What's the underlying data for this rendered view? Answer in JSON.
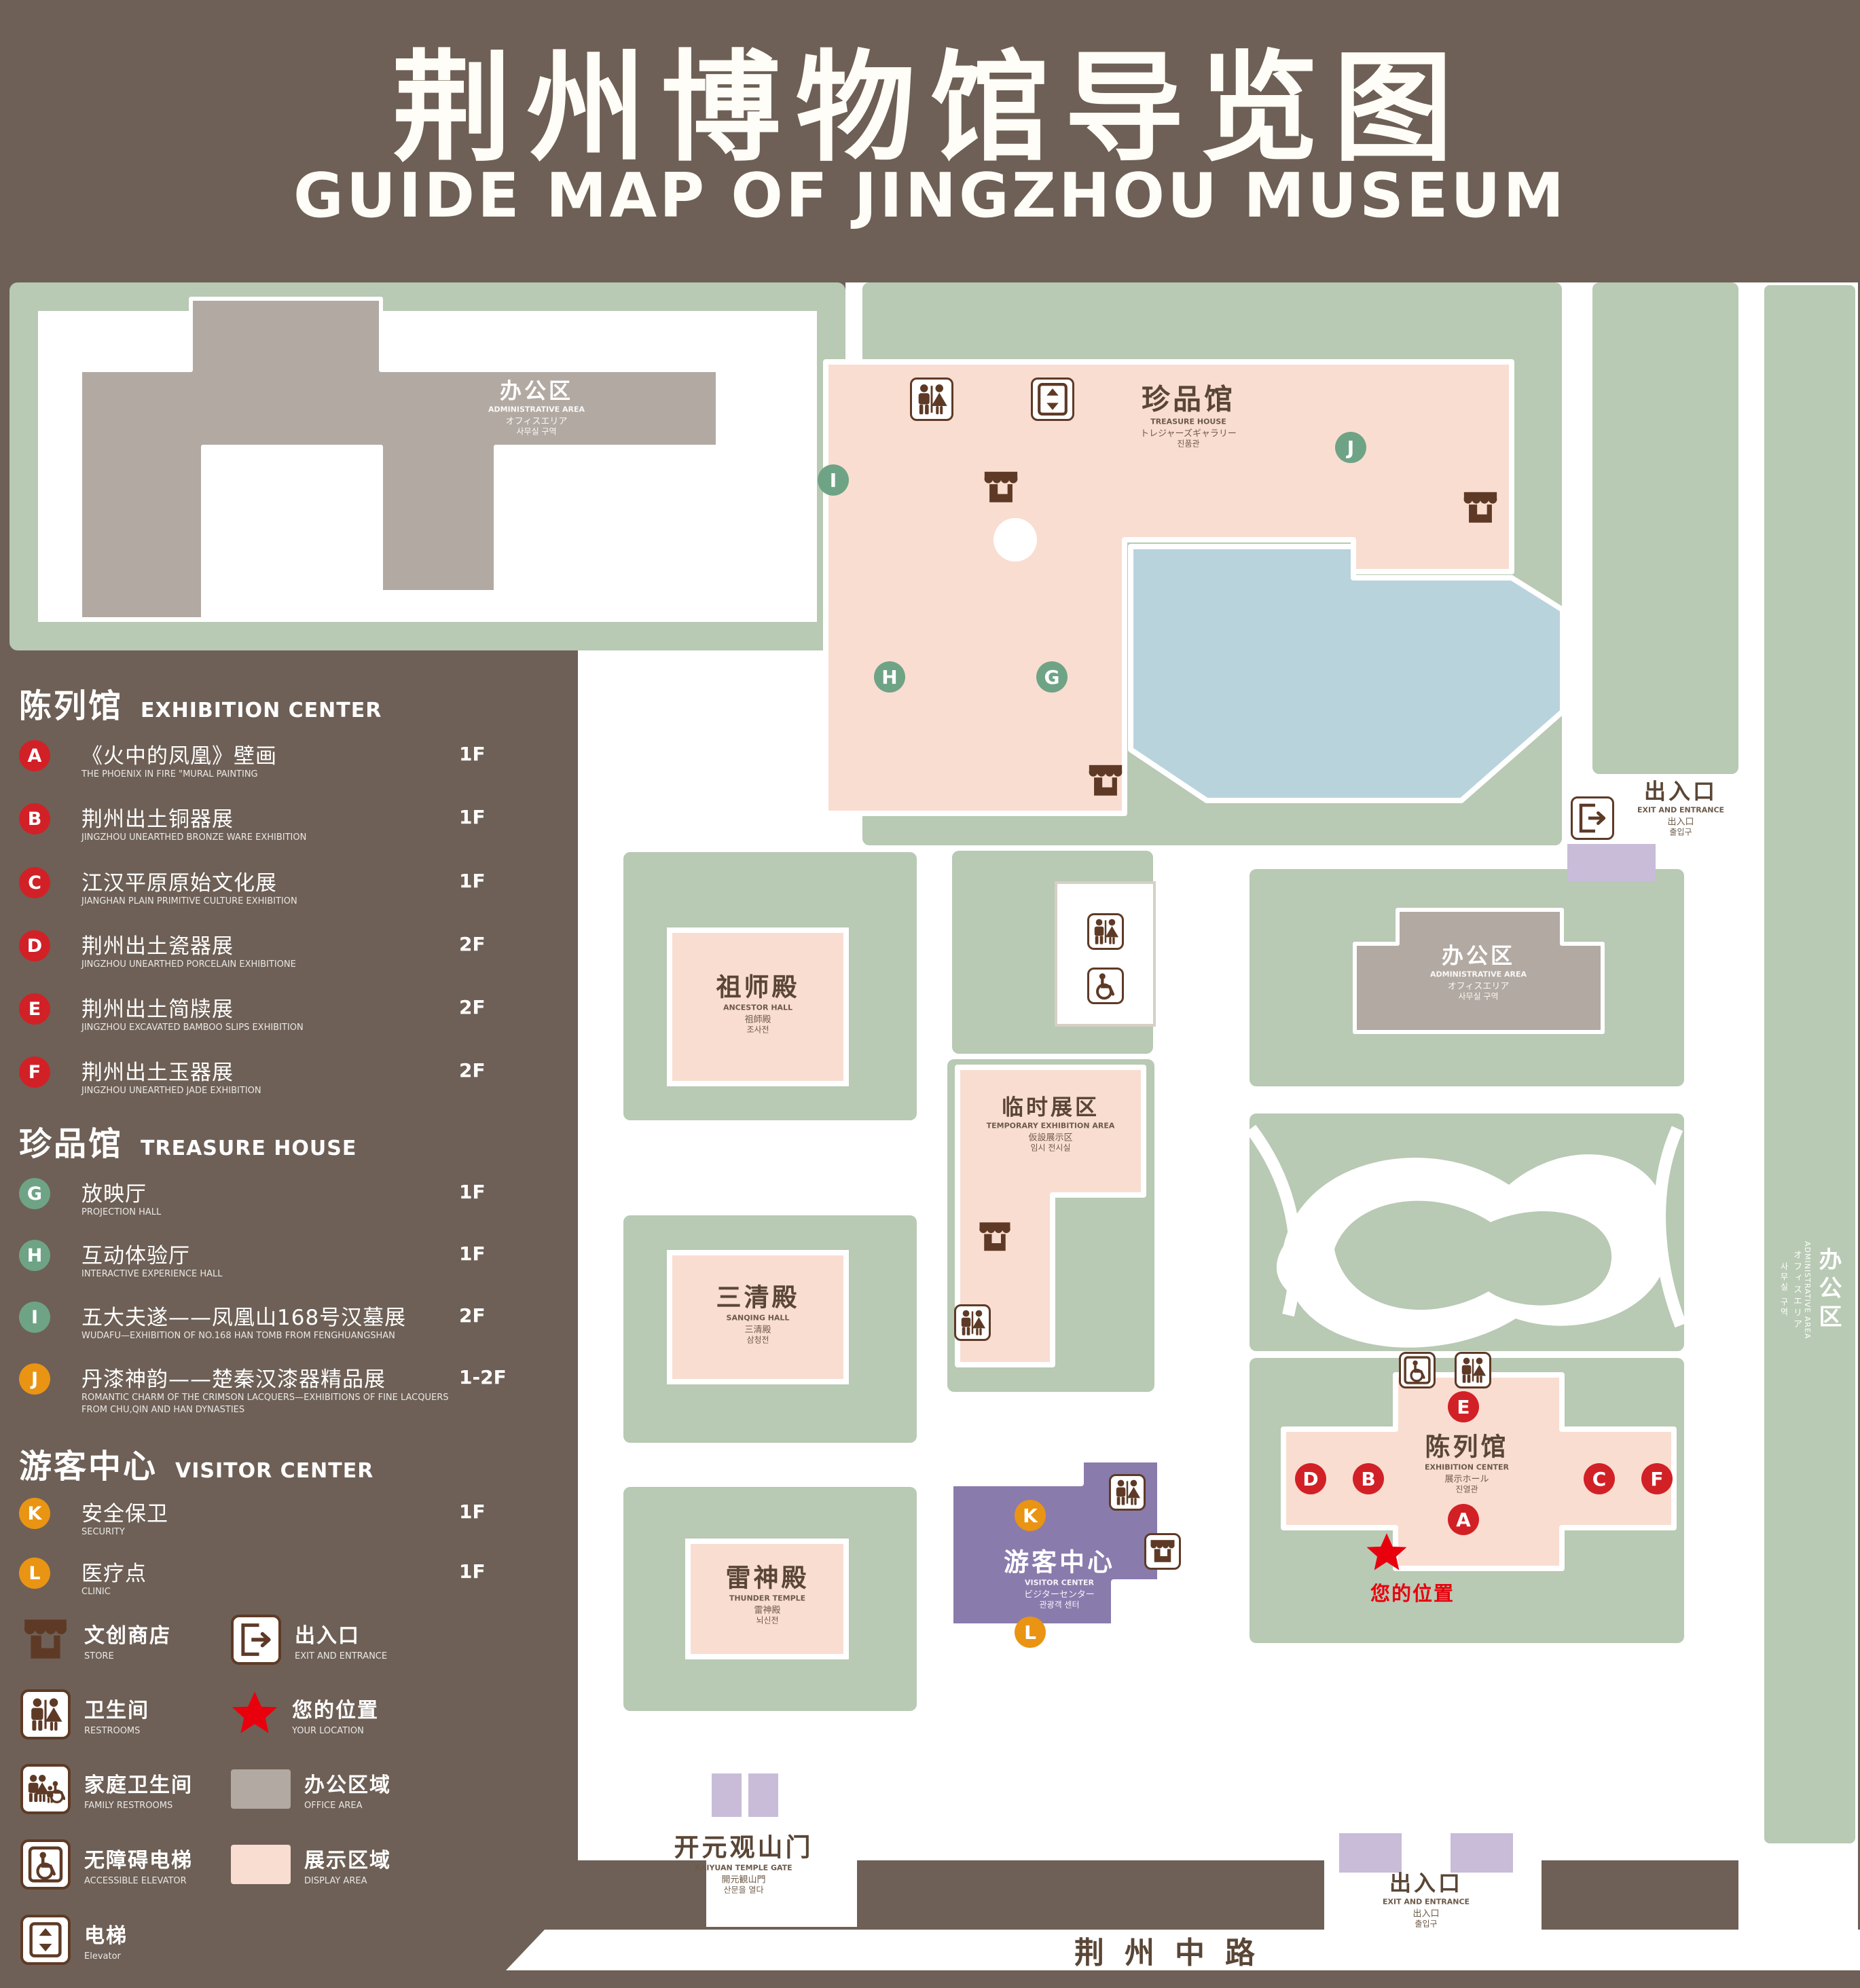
{
  "colors": {
    "background": "#6e6056",
    "map_ground": "#ffffff",
    "green_area": "#b8c9b4",
    "display_area": "#f9ddd1",
    "office_area": "#b2a9a2",
    "water": "#b9d3dd",
    "visitor_center_purple": "#8a7bad",
    "entrance_lilac": "#c8bcd9",
    "marker_red": "#d22027",
    "marker_green": "#6fa386",
    "marker_orange": "#ea9414",
    "icon_brown": "#5e3a26",
    "label_brown": "#5a4636",
    "location_red": "#e8000d"
  },
  "header": {
    "title_zh": "荆州博物馆导览图",
    "title_en": "GUIDE MAP OF JINGZHOU MUSEUM"
  },
  "sidebar": {
    "sections": [
      {
        "heading_zh": "陈列馆",
        "heading_en": "EXHIBITION CENTER",
        "items": [
          {
            "letter": "A",
            "zh": "《火中的凤凰》壁画",
            "en": "THE PHOENIX IN FIRE \"MURAL PAINTING",
            "floor": "1F"
          },
          {
            "letter": "B",
            "zh": "荆州出土铜器展",
            "en": "JINGZHOU UNEARTHED BRONZE WARE EXHIBITION",
            "floor": "1F"
          },
          {
            "letter": "C",
            "zh": "江汉平原原始文化展",
            "en": "JIANGHAN PLAIN PRIMITIVE CULTURE EXHIBITION",
            "floor": "1F"
          },
          {
            "letter": "D",
            "zh": "荆州出土瓷器展",
            "en": "JINGZHOU UNEARTHED PORCELAIN EXHIBITIONE",
            "floor": "2F"
          },
          {
            "letter": "E",
            "zh": "荆州出土简牍展",
            "en": "JINGZHOU EXCAVATED BAMBOO SLIPS EXHIBITION",
            "floor": "2F"
          },
          {
            "letter": "F",
            "zh": "荆州出土玉器展",
            "en": "JINGZHOU UNEARTHED JADE EXHIBITION",
            "floor": "2F"
          }
        ]
      },
      {
        "heading_zh": "珍品馆",
        "heading_en": "TREASURE HOUSE",
        "items": [
          {
            "letter": "G",
            "zh": "放映厅",
            "en": "PROJECTION HALL",
            "floor": "1F"
          },
          {
            "letter": "H",
            "zh": "互动体验厅",
            "en": "INTERACTIVE EXPERIENCE HALL",
            "floor": "1F"
          },
          {
            "letter": "I",
            "zh": "五大夫遂——凤凰山168号汉墓展",
            "en": "WUDAFU—EXHIBITION OF NO.168 HAN TOMB FROM FENGHUANGSHAN",
            "floor": "2F"
          },
          {
            "letter": "J",
            "zh": "丹漆神韵——楚秦汉漆器精品展",
            "en": "ROMANTIC CHARM OF THE CRIMSON LACQUERS—EXHIBITIONS OF FINE LACQUERS FROM CHU,QIN AND HAN DYNASTIES",
            "floor": "1-2F"
          }
        ]
      },
      {
        "heading_zh": "游客中心",
        "heading_en": "VISITOR CENTER",
        "items": [
          {
            "letter": "K",
            "zh": "安全保卫",
            "en": "SECURITY",
            "floor": "1F"
          },
          {
            "letter": "L",
            "zh": "医疗点",
            "en": "CLINIC",
            "floor": "1F"
          }
        ]
      }
    ]
  },
  "facility_legend": [
    {
      "zh": "文创商店",
      "en": "STORE"
    },
    {
      "zh": "出入口",
      "en": "EXIT AND ENTRANCE"
    },
    {
      "zh": "卫生间",
      "en": "RESTROOMS"
    },
    {
      "zh": "您的位置",
      "en": "YOUR LOCATION"
    },
    {
      "zh": "家庭卫生间",
      "en": "FAMILY RESTROOMS"
    },
    {
      "zh": "办公区域",
      "en": "OFFICE AREA"
    },
    {
      "zh": "无障碍电梯",
      "en": "ACCESSIBLE ELEVATOR"
    },
    {
      "zh": "展示区域",
      "en": "DISPLAY AREA"
    },
    {
      "zh": "电梯",
      "en": "Elevator"
    }
  ],
  "map": {
    "admin_top_left": {
      "zh": "办公区",
      "en": "ADMINISTRATIVE AREA",
      "ja": "オフィスエリア",
      "ko": "사무실 구역"
    },
    "treasure_house": {
      "zh": "珍品馆",
      "en": "TREASURE HOUSE",
      "ja": "トレジャーズギャラリー",
      "ko": "진품관"
    },
    "exit_top_right": {
      "zh": "出入口",
      "en": "EXIT AND ENTRANCE",
      "ja": "出入口",
      "ko": "출입구"
    },
    "ancestor_hall": {
      "zh": "祖师殿",
      "en": "ANCESTOR HALL",
      "ja": "祖師殿",
      "ko": "조사전"
    },
    "admin_middle": {
      "zh": "办公区",
      "en": "ADMINISTRATIVE AREA",
      "ja": "オフィスエリア",
      "ko": "사무실 구역"
    },
    "temporary_exhibition": {
      "zh": "临时展区",
      "en": "TEMPORARY EXHIBITION AREA",
      "ja": "仮設展示区",
      "ko": "임시 전시실"
    },
    "sanqing_hall": {
      "zh": "三清殿",
      "en": "SANQING HALL",
      "ja": "三清殿",
      "ko": "삼청전"
    },
    "thunder_temple": {
      "zh": "雷神殿",
      "en": "THUNDER TEMPLE",
      "ja": "雷神殿",
      "ko": "뇌신전"
    },
    "visitor_center": {
      "zh": "游客中心",
      "en": "VISITOR CENTER",
      "ja": "ビジターセンター",
      "ko": "관광객 센터"
    },
    "exhibition_center": {
      "zh": "陈列馆",
      "en": "EXHIBITION CENTER",
      "ja": "展示ホール",
      "ko": "진열관"
    },
    "admin_right": {
      "zh": "办公区",
      "en": "ADMINISTRATIVE AREA",
      "ja": "オフィスエリア",
      "ko": "사무실 구역"
    },
    "gate": {
      "zh": "开元观山门",
      "en": "KAIYUAN TEMPLE GATE",
      "ja": "開元観山門",
      "ko": "산문을 열다"
    },
    "exit_bottom": {
      "zh": "出入口",
      "en": "EXIT AND ENTRANCE",
      "ja": "出入口",
      "ko": "출입구"
    },
    "your_location": "您的位置",
    "road": "荆州中路",
    "markers": {
      "a": "A",
      "b": "B",
      "c": "C",
      "d": "D",
      "e": "E",
      "f": "F",
      "g": "G",
      "h": "H",
      "i": "I",
      "j": "J",
      "k": "K",
      "l": "L"
    }
  }
}
